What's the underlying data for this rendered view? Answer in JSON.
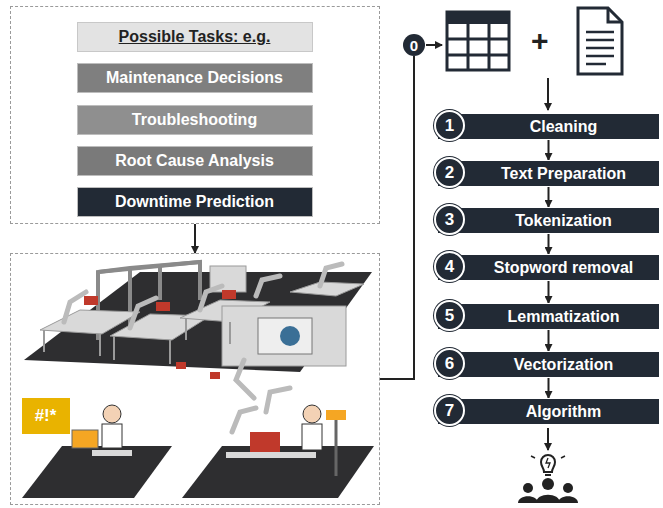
{
  "diagram": {
    "nodes": [
      {
        "text": []
      },
      {
        "text": [
          "Possible Tasks: e.g."
        ],
        "in": 0
      },
      {
        "text": [
          "Maintenance Decisions"
        ],
        "in": 0
      },
      {
        "text": [
          "Troubleshooting"
        ],
        "in": 0
      },
      {
        "text": [
          "Root Cause Analysis"
        ],
        "in": 0
      },
      {
        "text": [
          "Downtime Prediction"
        ],
        "in": 0
      },
      {
        "text": []
      },
      {
        "text": [
          "#!*"
        ],
        "in": 6
      },
      {
        "text": [
          "0"
        ]
      },
      {
        "text": [
          "1",
          "Cleaning"
        ]
      },
      {
        "text": [
          "2",
          "Text Preparation"
        ]
      },
      {
        "text": [
          "3",
          "Tokenization"
        ]
      },
      {
        "text": [
          "4",
          "Stopword removal"
        ]
      },
      {
        "text": [
          "5",
          "Lemmatization"
        ]
      },
      {
        "text": [
          "6",
          "Vectorization"
        ]
      },
      {
        "text": [
          "7",
          "Algorithm"
        ]
      }
    ],
    "edges": [
      {
        "from": 0,
        "to": 6,
        "arrow": "to"
      },
      {
        "from": 6,
        "to": 8,
        "arrow": "none"
      },
      {
        "from": 9,
        "to": 10,
        "arrow": "to"
      },
      {
        "from": 10,
        "to": 11,
        "arrow": "to"
      },
      {
        "from": 11,
        "to": 12,
        "arrow": "to"
      },
      {
        "from": 12,
        "to": 13,
        "arrow": "to"
      },
      {
        "from": 13,
        "to": 14,
        "arrow": "to"
      },
      {
        "from": 14,
        "to": 15,
        "arrow": "to"
      }
    ],
    "labels": [
      "+"
    ]
  }
}
